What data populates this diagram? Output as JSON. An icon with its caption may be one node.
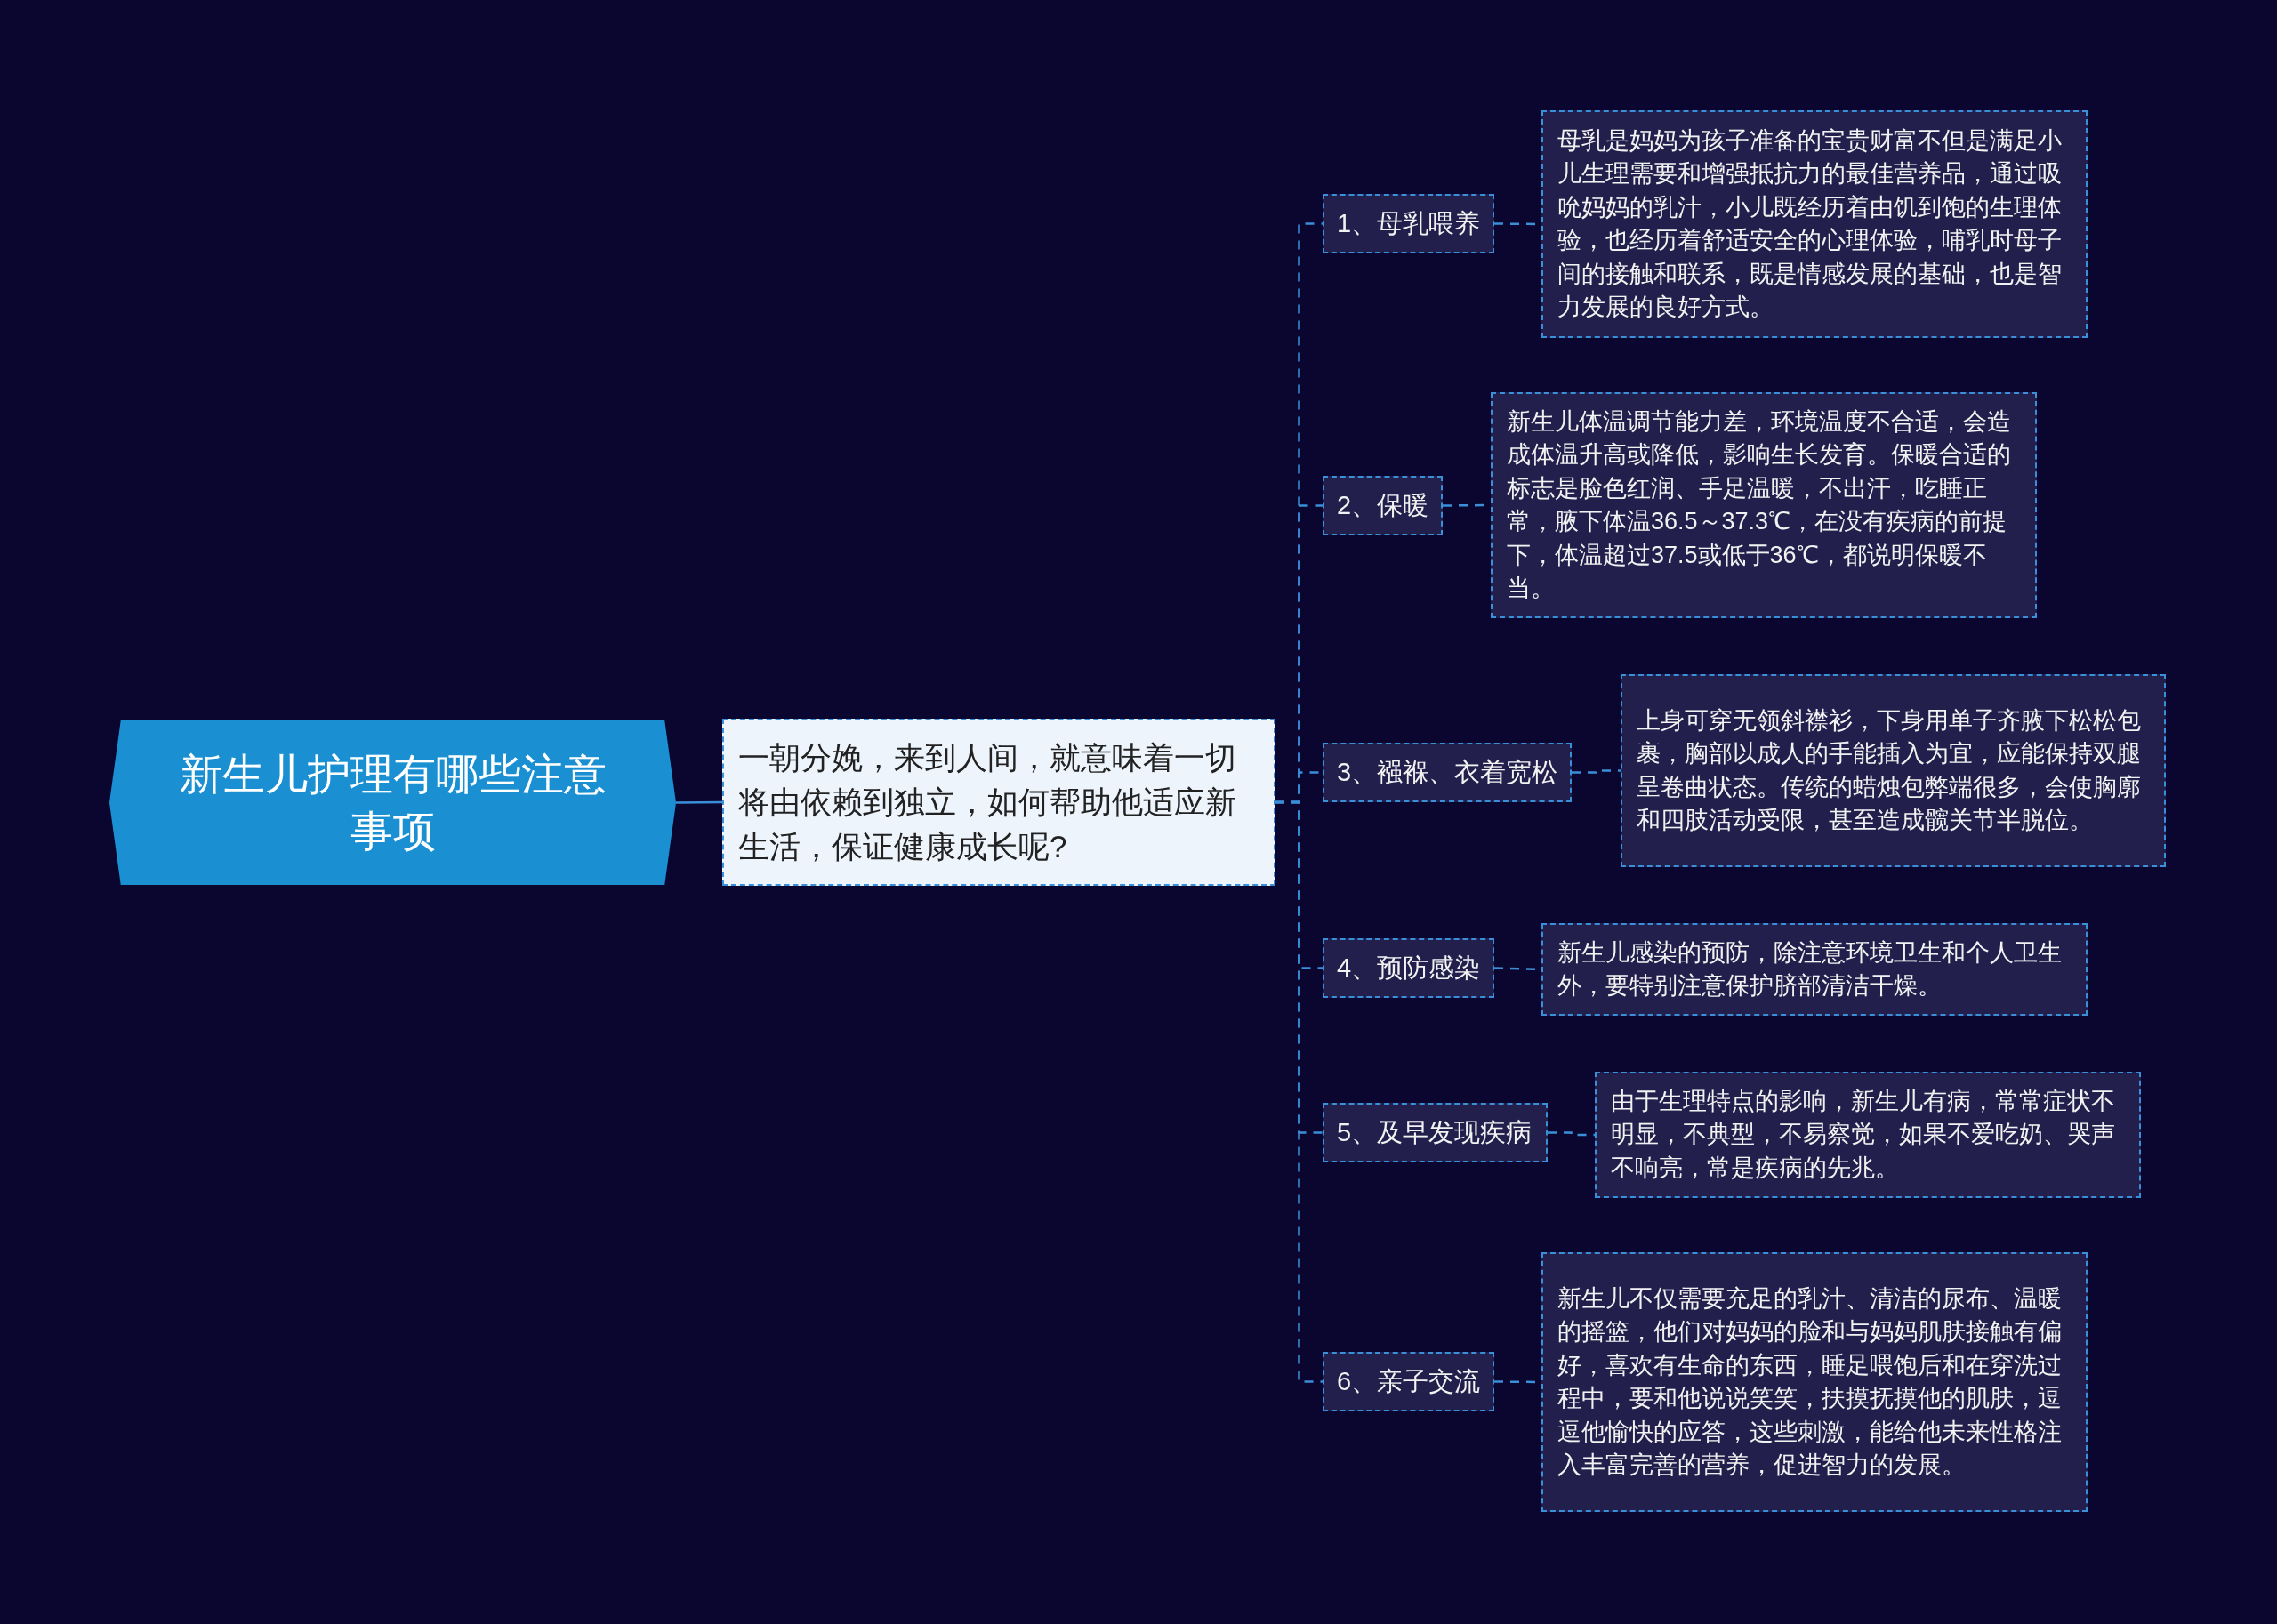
{
  "diagram": {
    "nodes": [
      {
        "text": [
          "新生儿护理有哪些注意事项"
        ]
      },
      {
        "text": [
          "一朝分娩，来到人间，就意味着一切将由依赖到独立，如何帮助他适应新生活，保证健康成长呢?"
        ]
      },
      {
        "text": [
          "1、母乳喂养"
        ]
      },
      {
        "text": [
          "母乳是妈妈为孩子准备的宝贵财富不但是满足小儿生理需要和增强抵抗力的最佳营养品，通过吸吮妈妈的乳汁，小儿既经历着由饥到饱的生理体验，也经历着舒适安全的心理体验，哺乳时母子间的接触和联系，既是情感发展的基础，也是智力发展的良好方式。"
        ]
      },
      {
        "text": [
          "2、保暖"
        ]
      },
      {
        "text": [
          "新生儿体温调节能力差，环境温度不合适，会造成体温升高或降低，影响生长发育。保暖合适的标志是脸色红润、手足温暖，不出汗，吃睡正常，腋下体温36.5～37.3℃，在没有疾病的前提下，体温超过37.5或低于36℃，都说明保暖不当。"
        ]
      },
      {
        "text": [
          "3、襁褓、衣着宽松"
        ]
      },
      {
        "text": [
          "上身可穿无领斜襟衫，下身用单子齐腋下松松包裹，胸部以成人的手能插入为宜，应能保持双腿呈卷曲状态。传统的蜡烛包弊端很多，会使胸廓和四肢活动受限，甚至造成髋关节半脱位。"
        ]
      },
      {
        "text": [
          "4、预防感染"
        ]
      },
      {
        "text": [
          "新生儿感染的预防，除注意环境卫生和个人卫生外，要特别注意保护脐部清洁干燥。"
        ]
      },
      {
        "text": [
          "5、及早发现疾病"
        ]
      },
      {
        "text": [
          "由于生理特点的影响，新生儿有病，常常症状不明显，不典型，不易察觉，如果不爱吃奶、哭声不响亮，常是疾病的先兆。"
        ]
      },
      {
        "text": [
          "6、亲子交流"
        ]
      },
      {
        "text": [
          "新生儿不仅需要充足的乳汁、清洁的尿布、温暖的摇篮，他们对妈妈的脸和与妈妈肌肤接触有偏好，喜欢有生命的东西，睡足喂饱后和在穿洗过程中，要和他说说笑笑，扶摸抚摸他的肌肤，逗逗他愉快的应答，这些刺激，能给他未来性格注入丰富完善的营养，促进智力的发展。"
        ]
      }
    ],
    "edges": [
      {
        "from": 0,
        "to": 1,
        "arrow": "none"
      },
      {
        "from": 1,
        "to": 2,
        "arrow": "none",
        "style": "dashed"
      },
      {
        "from": 1,
        "to": 4,
        "arrow": "none",
        "style": "dashed"
      },
      {
        "from": 1,
        "to": 6,
        "arrow": "none",
        "style": "dashed"
      },
      {
        "from": 1,
        "to": 8,
        "arrow": "none",
        "style": "dashed"
      },
      {
        "from": 1,
        "to": 10,
        "arrow": "none",
        "style": "dashed"
      },
      {
        "from": 1,
        "to": 12,
        "arrow": "none",
        "style": "dashed"
      },
      {
        "from": 2,
        "to": 3,
        "arrow": "none",
        "style": "dashed"
      },
      {
        "from": 4,
        "to": 5,
        "arrow": "none",
        "style": "dashed"
      },
      {
        "from": 6,
        "to": 7,
        "arrow": "none",
        "style": "dashed"
      },
      {
        "from": 8,
        "to": 9,
        "arrow": "none",
        "style": "dashed"
      },
      {
        "from": 10,
        "to": 11,
        "arrow": "none",
        "style": "dashed"
      },
      {
        "from": 12,
        "to": 13,
        "arrow": "none",
        "style": "dashed"
      }
    ]
  }
}
